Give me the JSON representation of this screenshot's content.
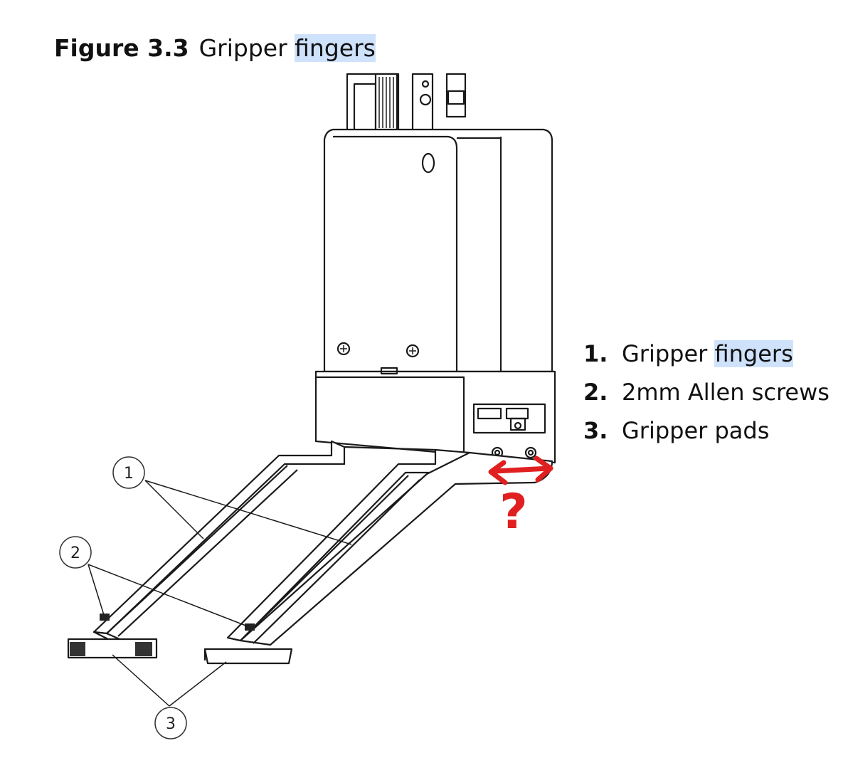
{
  "caption": {
    "label": "Figure 3.3",
    "text_pre": "Gripper ",
    "text_highlight": "fingers"
  },
  "legend": [
    {
      "num": "1.",
      "pre": "Gripper ",
      "highlight": "fingers"
    },
    {
      "num": "2.",
      "pre": "2mm Allen screws",
      "highlight": ""
    },
    {
      "num": "3.",
      "pre": "Gripper pads",
      "highlight": ""
    }
  ],
  "callouts": {
    "c1": "1",
    "c2": "2",
    "c3": "3"
  },
  "annotation": {
    "mark": "?",
    "color": "#e02020"
  },
  "highlight_color": "#cfe2fb"
}
